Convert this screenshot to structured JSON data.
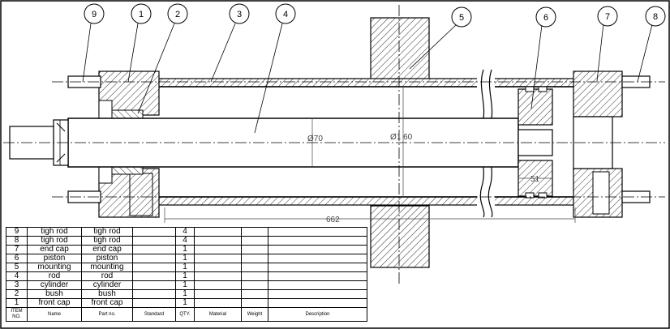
{
  "balloons": [
    {
      "label": "9"
    },
    {
      "label": "1"
    },
    {
      "label": "2"
    },
    {
      "label": "3"
    },
    {
      "label": "4"
    },
    {
      "label": "5"
    },
    {
      "label": "6"
    },
    {
      "label": "7"
    },
    {
      "label": "8"
    }
  ],
  "dimensions": {
    "rod_diameter": "Ø70",
    "bore_diameter": "Ø1 60",
    "piston_width": "51",
    "stroke_length": "662"
  },
  "bom": {
    "headers": [
      "ITEM NO.",
      "Name",
      "Part no.",
      "Standard",
      "QTY.",
      "Material",
      "Weight",
      "Description"
    ],
    "rows": [
      {
        "item": "9",
        "name": "tigh rod",
        "part_no": "tigh rod",
        "standard": "",
        "qty": "4",
        "material": "",
        "weight": "",
        "description": ""
      },
      {
        "item": "8",
        "name": "tigh rod",
        "part_no": "tigh rod",
        "standard": "",
        "qty": "4",
        "material": "",
        "weight": "",
        "description": ""
      },
      {
        "item": "7",
        "name": "end cap",
        "part_no": "end cap",
        "standard": "",
        "qty": "1",
        "material": "",
        "weight": "",
        "description": ""
      },
      {
        "item": "6",
        "name": "piston",
        "part_no": "piston",
        "standard": "",
        "qty": "1",
        "material": "",
        "weight": "",
        "description": ""
      },
      {
        "item": "5",
        "name": "mounting",
        "part_no": "mounting",
        "standard": "",
        "qty": "1",
        "material": "",
        "weight": "",
        "description": ""
      },
      {
        "item": "4",
        "name": "rod",
        "part_no": "rod",
        "standard": "",
        "qty": "1",
        "material": "",
        "weight": "",
        "description": ""
      },
      {
        "item": "3",
        "name": "cylinder",
        "part_no": "cylinder",
        "standard": "",
        "qty": "1",
        "material": "",
        "weight": "",
        "description": ""
      },
      {
        "item": "2",
        "name": "bush",
        "part_no": "bush",
        "standard": "",
        "qty": "1",
        "material": "",
        "weight": "",
        "description": ""
      },
      {
        "item": "1",
        "name": "front cap",
        "part_no": "front cap",
        "standard": "",
        "qty": "1",
        "material": "",
        "weight": "",
        "description": ""
      }
    ]
  }
}
